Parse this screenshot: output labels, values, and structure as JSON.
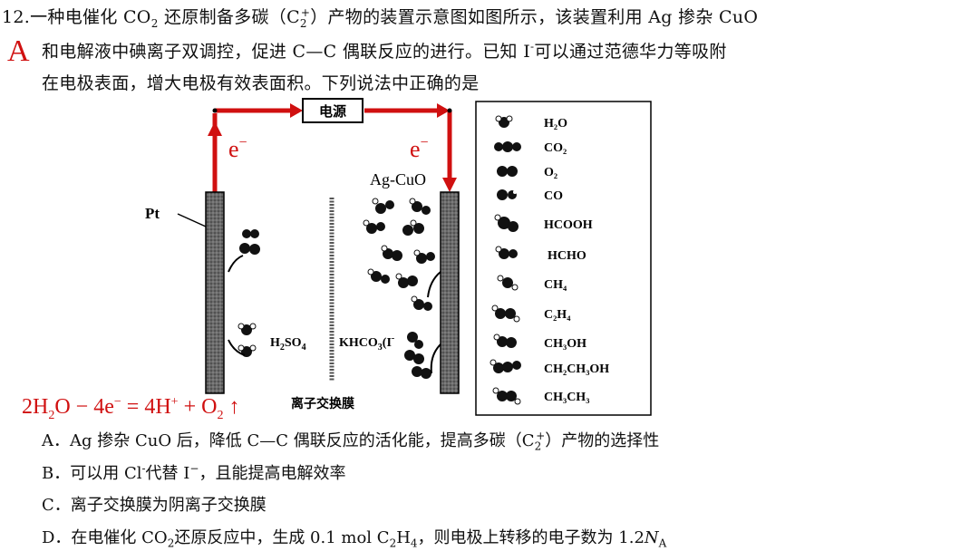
{
  "question": {
    "number": "12.",
    "line1_a": "一种电催化 CO",
    "line1_b": "2",
    "line1_c": " 还原制备多碳（C",
    "line1_d": "2",
    "line1_e": "+",
    "line1_f": "）产物的装置示意图如图所示，该装置利用 Ag 掺杂 CuO",
    "line2": "和电解液中碘离子双调控，促进 C—C 偶联反应的进行。已知 I",
    "line2_sup": "-",
    "line2_b": "可以通过范德华力等吸附",
    "line3": "在电极表面，增大电极有效表面积。下列说法中正确的是"
  },
  "answer_mark": "A",
  "diagram": {
    "power_label": "电源",
    "electron_left": "e",
    "electron_right": "e",
    "electron_sup": "−",
    "pt_label": "Pt",
    "cathode_label": "Ag-CuO",
    "electrolyte_left": "H",
    "electrolyte_left_sub1": "2",
    "electrolyte_left_b": "SO",
    "electrolyte_left_sub2": "4",
    "electrolyte_right": "KHCO",
    "electrolyte_right_sub": "3",
    "electrolyte_right_b": "(I",
    "electrolyte_right_sup": "-",
    "membrane_label": "离子交换膜",
    "legend": [
      "H₂O",
      "CO₂",
      "O₂",
      "CO",
      "HCOOH",
      "HCHO",
      "CH₄",
      "C₂H₄",
      "CH₃OH",
      "CH₂CH₃OH",
      "CH₃CH₃"
    ]
  },
  "equation": {
    "p1": "2H",
    "s1": "2",
    "p2": "O − 4e",
    "sup1": "−",
    "p3": " = 4H",
    "sup2": "+",
    "p4": " + O",
    "s2": "2",
    "p5": " ↑"
  },
  "options": {
    "a_1": "A．Ag 掺杂 CuO 后，降低 C—C 偶联反应的活化能，提高多碳（C",
    "a_sub": "2",
    "a_sup": "+",
    "a_2": "）产物的选择性",
    "b_1": "B．可以用 Cl",
    "b_sup1": "-",
    "b_2": "代替 I",
    "b_sup2": "−",
    "b_3": "，且能提高电解效率",
    "c": "C．离子交换膜为阴离子交换膜",
    "d_1": "D．在电催化 CO",
    "d_sub1": "2",
    "d_2": "还原反应中，生成 0.1 mol C",
    "d_sub2": "2",
    "d_3": "H",
    "d_sub3": "4",
    "d_4": "，则电极上转移的电子数为 1.2",
    "d_5": "N",
    "d_sub4": "A"
  },
  "colors": {
    "red": "#d01010",
    "electrode": "#555555"
  }
}
